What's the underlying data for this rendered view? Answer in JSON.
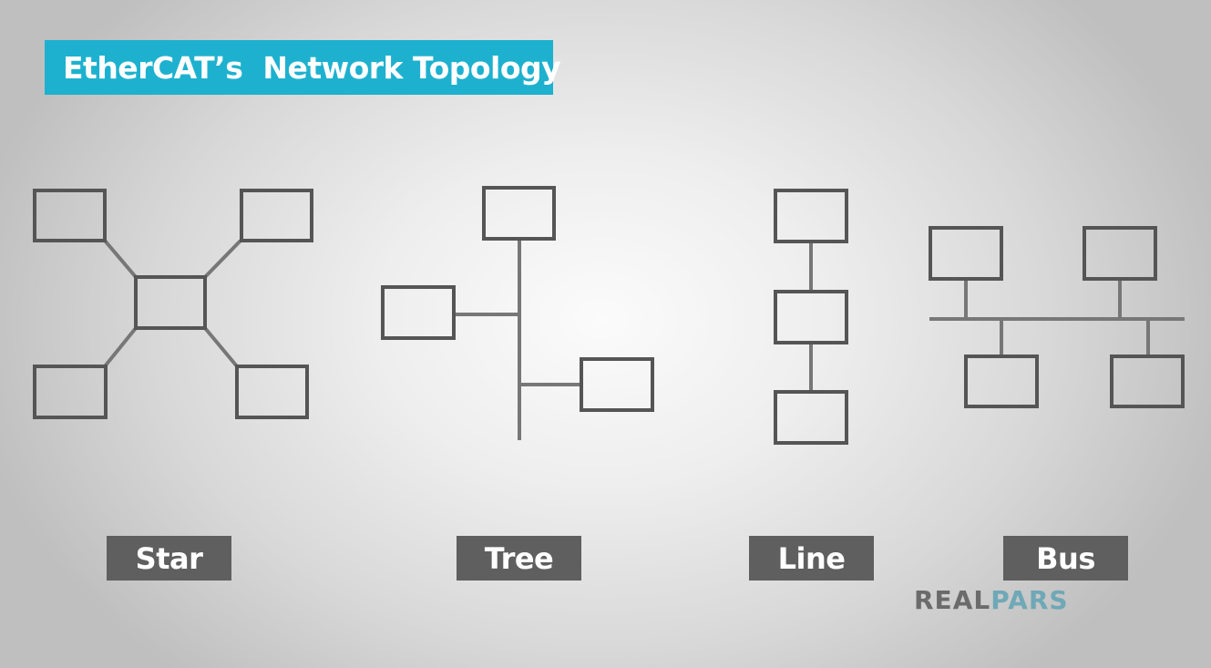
{
  "title": "EtherCAT’s  Network Topology",
  "colors": {
    "banner": "#1eb1cf",
    "label_bg": "#5f5f5f",
    "node_stroke": "#555555",
    "link_stroke": "#777777",
    "logo_primary": "#6b6b6b",
    "logo_accent": "#6fa8b6"
  },
  "topologies": [
    {
      "name": "star",
      "label": "Star",
      "nodes": 5
    },
    {
      "name": "tree",
      "label": "Tree",
      "nodes": 3
    },
    {
      "name": "line",
      "label": "Line",
      "nodes": 3
    },
    {
      "name": "bus",
      "label": "Bus",
      "nodes": 4
    }
  ],
  "logo": {
    "part1": "REAL",
    "part2": "PARS"
  }
}
